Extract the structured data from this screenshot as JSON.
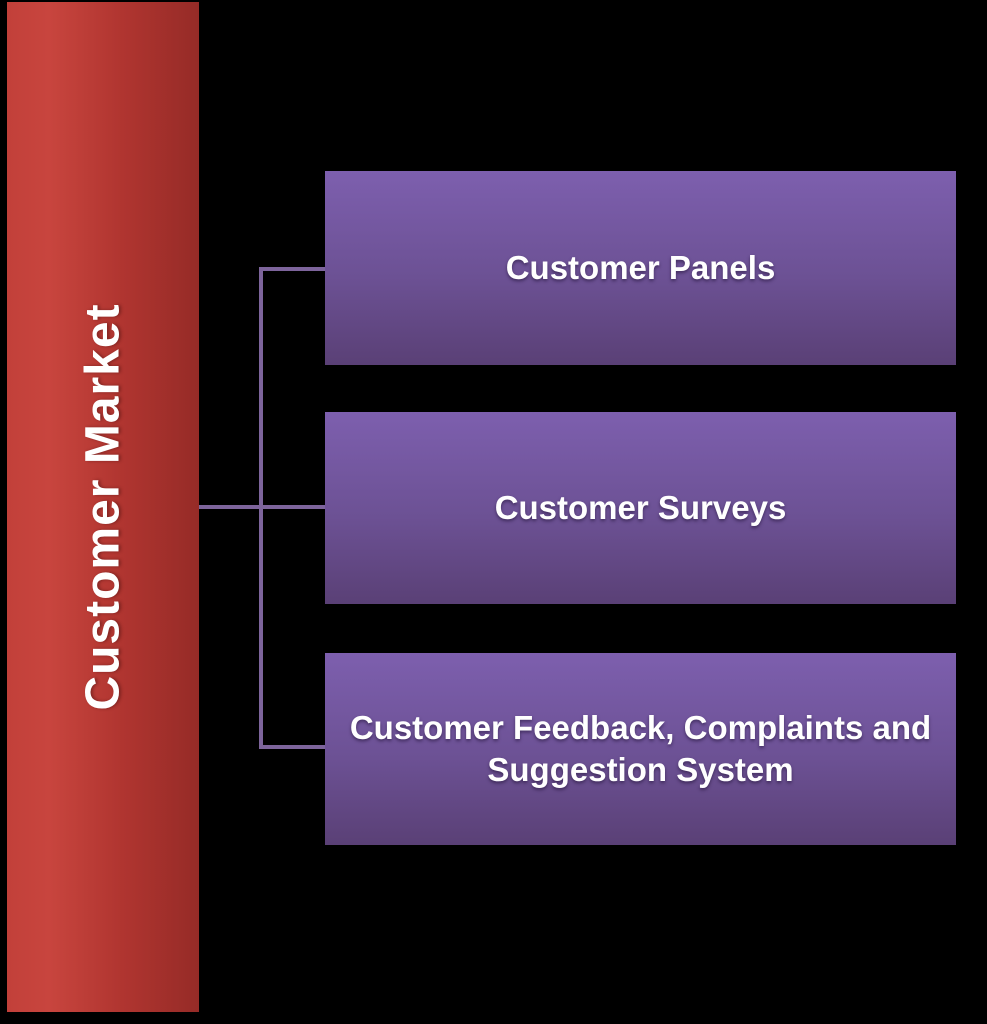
{
  "diagram": {
    "background_color": "#000000",
    "root": {
      "label": "Customer Market",
      "fill_gradient_left": "#c8453e",
      "fill_gradient_right": "#962b27",
      "text_color": "#ffffff"
    },
    "children": [
      {
        "label": "Customer Panels"
      },
      {
        "label": "Customer Surveys"
      },
      {
        "label": "Customer Feedback, Complaints and Suggestion System"
      }
    ],
    "child_fill_gradient_top": "#7d5fae",
    "child_fill_gradient_bottom": "#5a4076",
    "child_text_color": "#ffffff",
    "connector_color": "#7d649b"
  }
}
